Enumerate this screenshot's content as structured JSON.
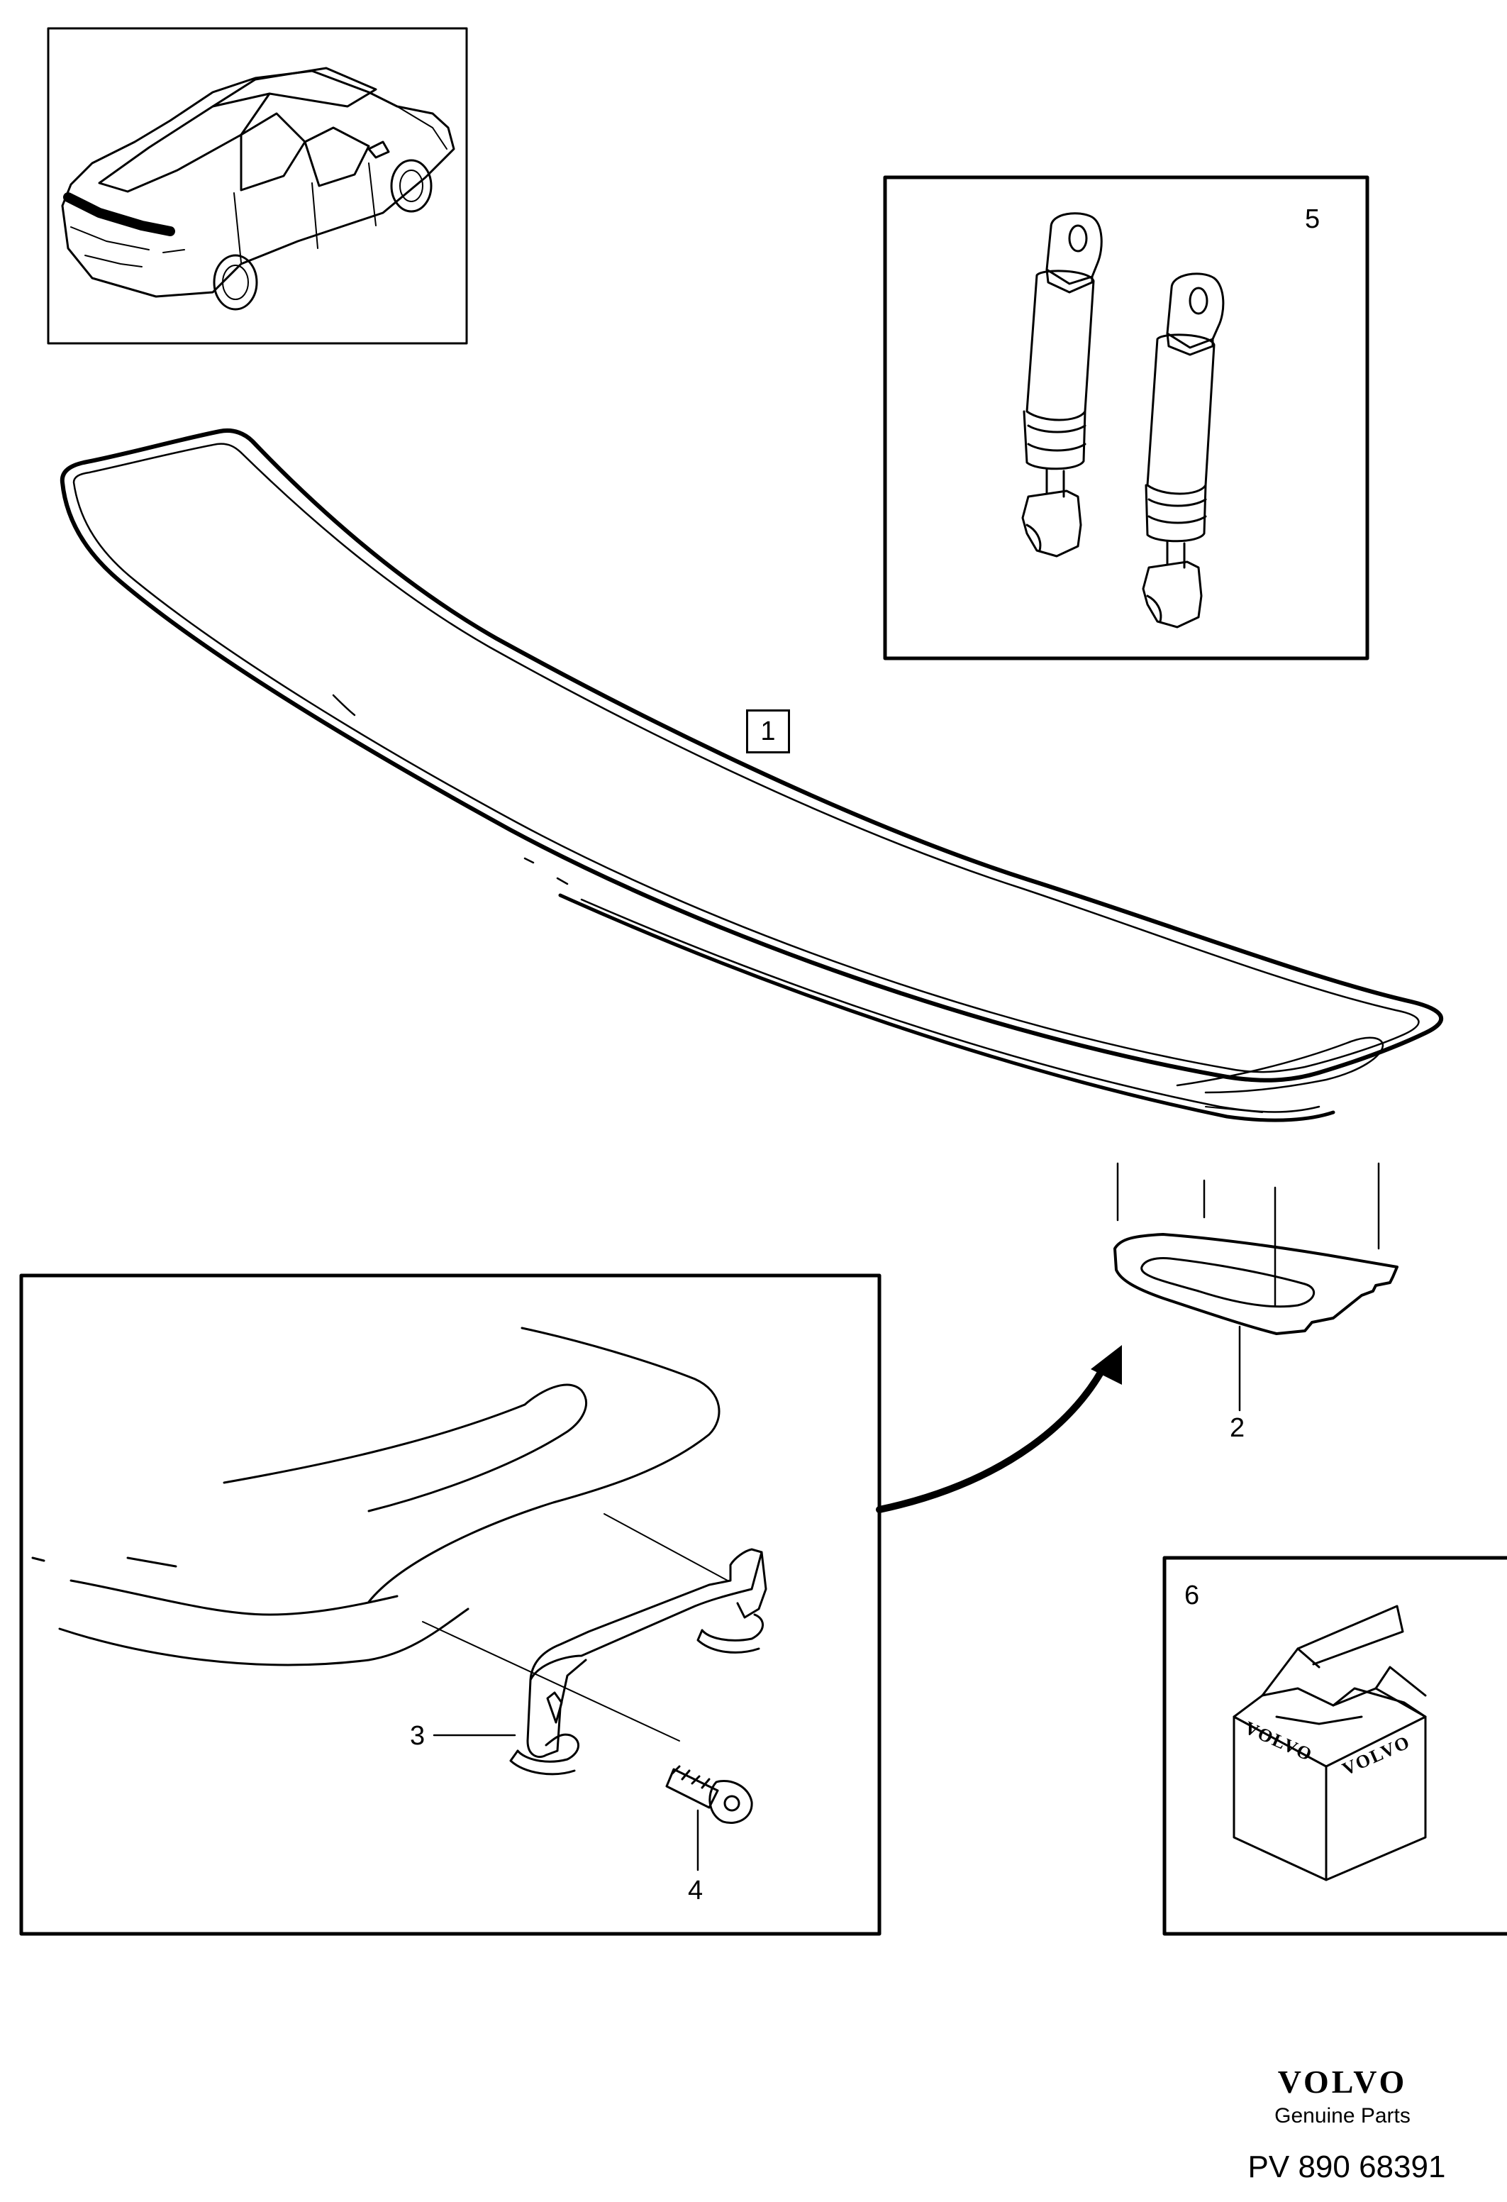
{
  "callouts": {
    "c1": "1",
    "c2": "2",
    "c3": "3",
    "c4": "4",
    "c5": "5",
    "c6": "6"
  },
  "box_logo": "VOLVO",
  "brand": {
    "logo": "VOLVO",
    "subtitle": "Genuine Parts",
    "reference": "PV 890 68391"
  }
}
